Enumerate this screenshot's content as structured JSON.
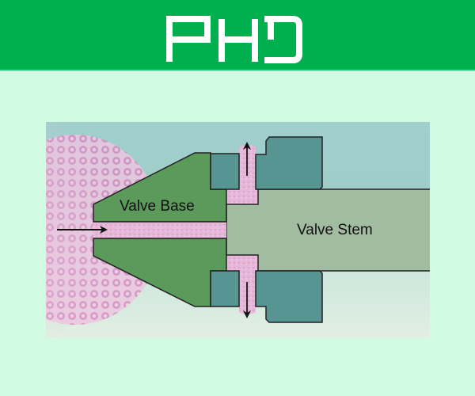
{
  "header": {
    "logo_text": "PHD",
    "background_color": "#00b04f"
  },
  "diagram": {
    "labels": {
      "valve_base": "Valve Base",
      "valve_stem": "Valve Stem"
    },
    "colors": {
      "page_background": "#d2fbe4",
      "valve_base": "#5b9a5a",
      "valve_stem": "#a1bca0",
      "seal_blocks": "#579593",
      "fluid": "#e6b7d9",
      "outline": "#222222"
    },
    "arrows": [
      {
        "name": "inflow-arrow",
        "direction": "right"
      },
      {
        "name": "upper-leak-arrow",
        "direction": "up"
      },
      {
        "name": "lower-leak-arrow",
        "direction": "down"
      }
    ]
  }
}
